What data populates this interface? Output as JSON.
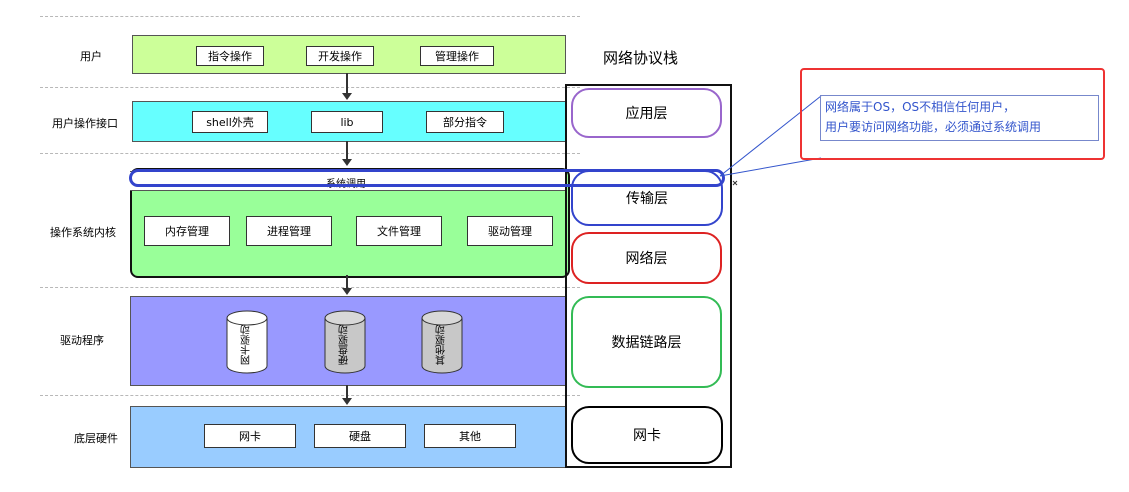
{
  "rows": {
    "user": "用户",
    "api": "用户操作接口",
    "kernel": "操作系统内核",
    "driver": "驱动程序",
    "hardware": "底层硬件"
  },
  "user_layer": {
    "items": [
      "指令操作",
      "开发操作",
      "管理操作"
    ]
  },
  "api_layer": {
    "items": [
      "shell外壳",
      "lib",
      "部分指令"
    ]
  },
  "kernel_layer": {
    "syscall": "系统调用",
    "items": [
      "内存管理",
      "进程管理",
      "文件管理",
      "驱动管理"
    ]
  },
  "driver_layer": {
    "items": [
      "网卡驱动",
      "硬盘驱动",
      "其他驱动"
    ]
  },
  "hardware_layer": {
    "items": [
      "网卡",
      "硬盘",
      "其他"
    ]
  },
  "protocol_stack": {
    "title": "网络协议栈",
    "layers": [
      "应用层",
      "传输层",
      "网络层",
      "数据链路层",
      "网卡"
    ]
  },
  "note": {
    "line1": "网络属于OS，OS不相信任何用户，",
    "line2": "用户要访问网络功能，必须通过系统调用"
  },
  "colors": {
    "user": "#ccff99",
    "api": "#66ffff",
    "kernel": "#99ff99",
    "driver": "#9999ff",
    "hardware": "#99ccff",
    "app_border": "#9966cc",
    "transport_border": "#3344cc",
    "network_border": "#dd2222",
    "datalink_border": "#33bb55",
    "nic_border": "#000000",
    "note_border": "#ee3333",
    "note_text": "#3355cc"
  }
}
